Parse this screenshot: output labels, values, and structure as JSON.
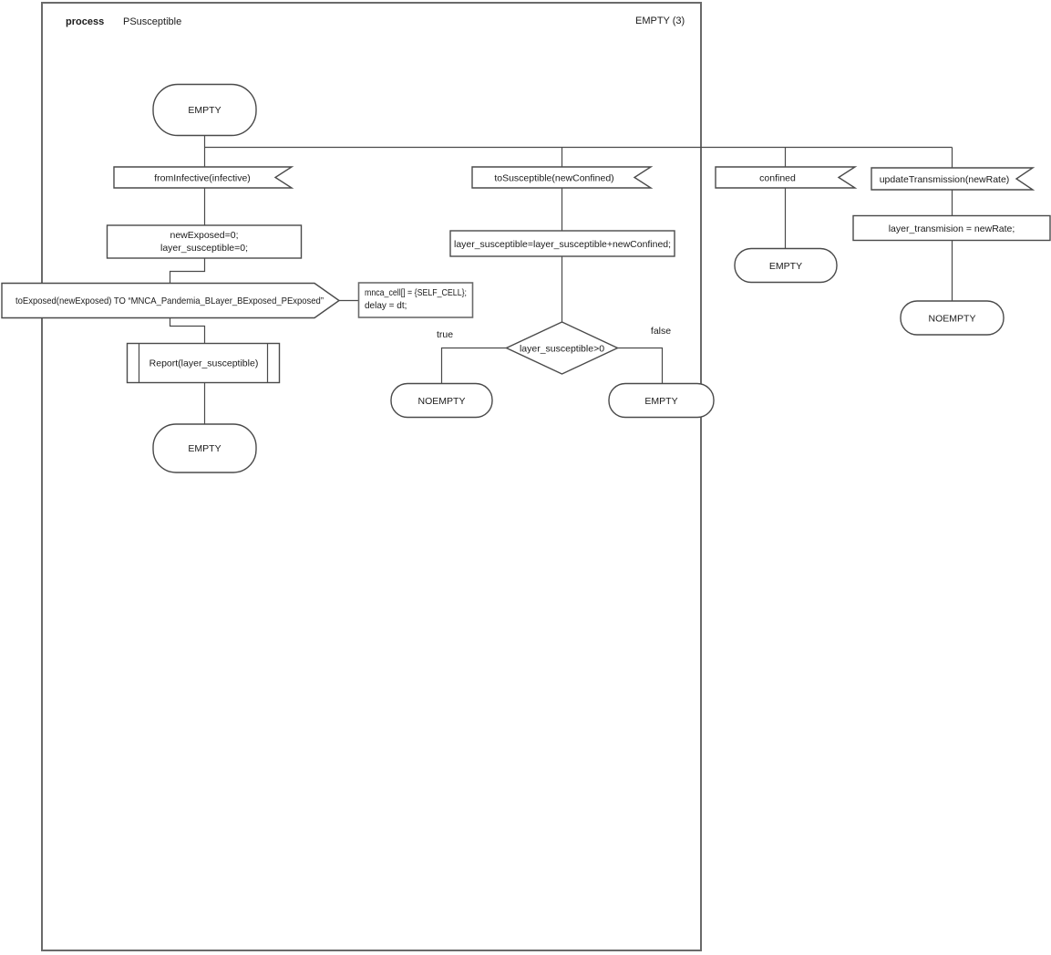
{
  "header": {
    "kind_label": "process",
    "process_name": "PSusceptible",
    "state_ref": "EMPTY (3)"
  },
  "start_state": {
    "label": "EMPTY"
  },
  "branches": {
    "from_infective": {
      "input_label": "fromInfective(infective)",
      "task_line1": "newExposed=0;",
      "task_line2": "layer_susceptible=0;",
      "output_label": "toExposed(newExposed) TO “MNCA_Pandemia_BLayer_BExposed_PExposed”",
      "comment_line1": "mnca_cell[] = {SELF_CELL};",
      "comment_line2": "delay = dt;",
      "procedure_label": "Report(layer_susceptible)",
      "end_state": "EMPTY"
    },
    "to_susceptible": {
      "input_label": "toSusceptible(newConfined)",
      "task": "layer_susceptible=layer_susceptible+newConfined;",
      "decision": "layer_susceptible>0",
      "true_label": "true",
      "false_label": "false",
      "true_state": "NOEMPTY",
      "false_state": "EMPTY"
    },
    "confined": {
      "input_label": "confined",
      "end_state": "EMPTY"
    },
    "update_transmission": {
      "input_label": "updateTransmission(newRate)",
      "task": "layer_transmision = newRate;",
      "end_state": "NOEMPTY"
    }
  },
  "colors": {
    "stroke": "#4a4a4a",
    "frame_stroke": "#6a6a6a",
    "text": "#1a1a1a",
    "background": "#ffffff"
  }
}
